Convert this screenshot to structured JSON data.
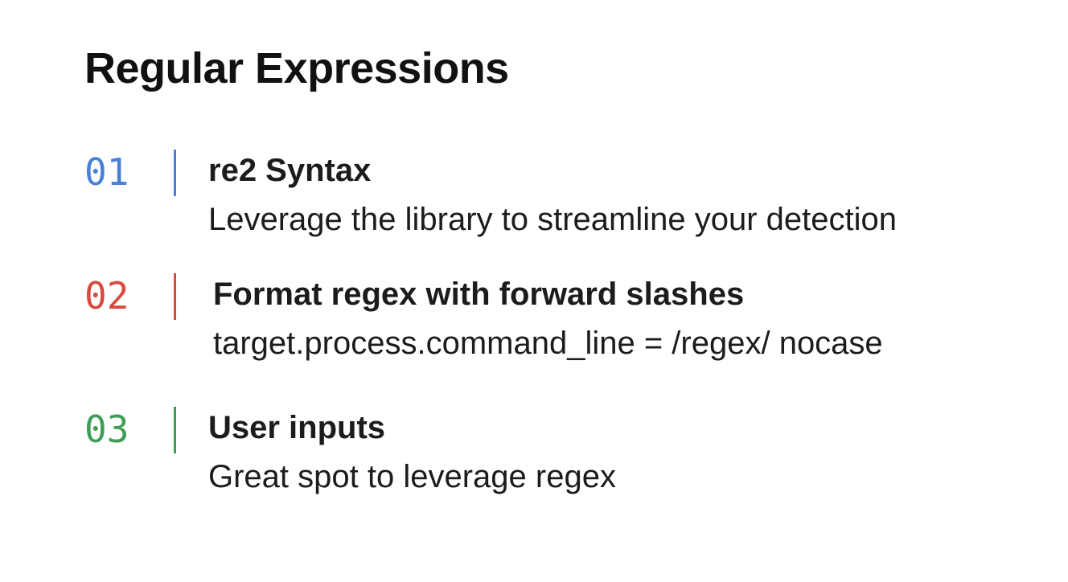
{
  "title": "Regular Expressions",
  "items": [
    {
      "number": "01",
      "heading": "re2 Syntax",
      "description": "Leverage the library to streamline your detection",
      "color": "#4a7fd8"
    },
    {
      "number": "02",
      "heading": "Format regex with forward slashes",
      "description": "target.process.command_line = /regex/ nocase",
      "color": "#d94a3f"
    },
    {
      "number": "03",
      "heading": "User inputs",
      "description": "Great spot to leverage regex",
      "color": "#3f9e56"
    }
  ]
}
